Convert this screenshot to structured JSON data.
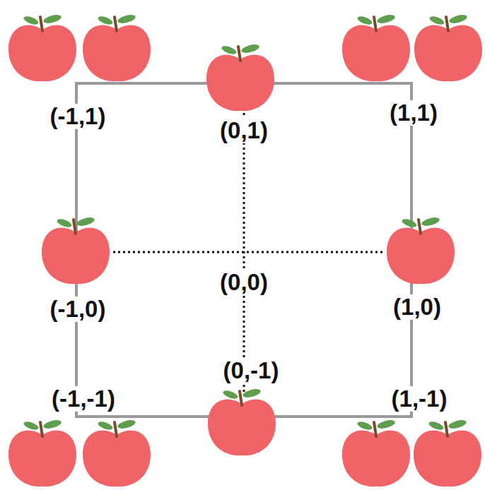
{
  "diagram": {
    "labels": [
      "(-1,1)",
      "(0,1)",
      "(1,1)",
      "(-1,0)",
      "(0,0)",
      "(1,0)",
      "(-1,-1)",
      "(0,-1)",
      "(1,-1)"
    ]
  }
}
